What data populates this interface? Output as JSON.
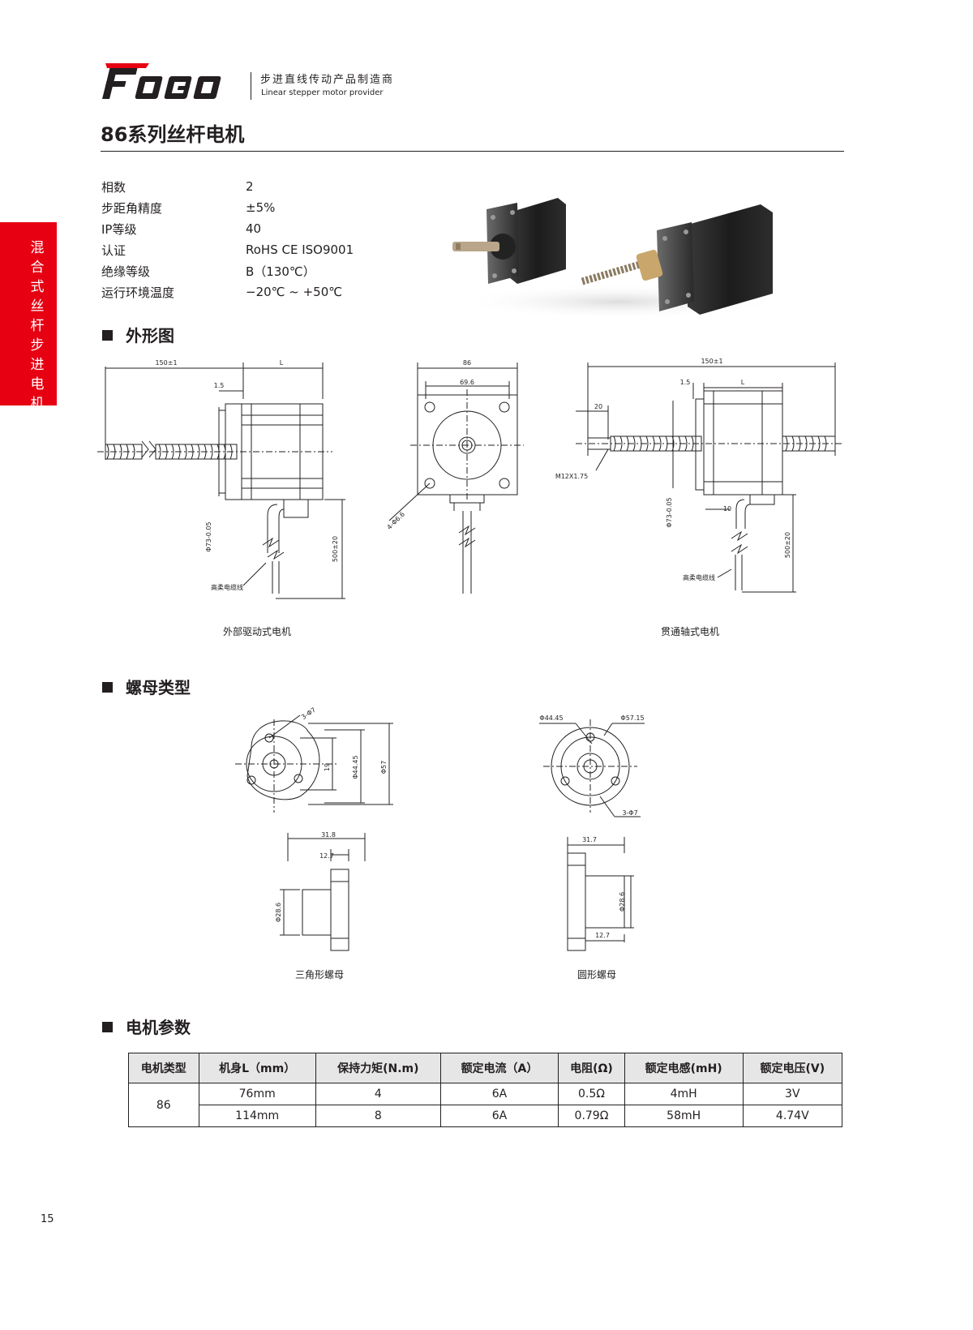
{
  "brand": {
    "logo_text": "FOGO",
    "tagline_cn": "步进直线传动产品制造商",
    "tagline_en": "Linear stepper motor provider"
  },
  "page": {
    "title": "86系列丝杆电机",
    "side_tab": "混合式丝杆步进电机",
    "page_number": "15"
  },
  "specs": [
    {
      "label": "相数",
      "value": "2"
    },
    {
      "label": "步距角精度",
      "value": "±5%"
    },
    {
      "label": "IP等级",
      "value": "40"
    },
    {
      "label": "认证",
      "value": "RoHS CE ISO9001"
    },
    {
      "label": "绝缘等级",
      "value": "B（130℃）"
    },
    {
      "label": "运行环境温度",
      "value": "−20℃ ~ +50℃"
    }
  ],
  "sections": {
    "outline": "外形图",
    "nut_types": "螺母类型",
    "motor_params": "电机参数"
  },
  "outline_drawings": {
    "external": {
      "caption": "外部驱动式电机",
      "dim_150": "150±1",
      "dim_L": "L",
      "dim_1_5": "1.5",
      "dim_phi73": "Φ73-0.05",
      "dim_500": "500±20",
      "cable_label": "高柔电缆线"
    },
    "front": {
      "dim_86": "86",
      "dim_69_6": "69.6",
      "dim_holes": "4-Φ6.6"
    },
    "through": {
      "caption": "贯通轴式电机",
      "dim_150": "150±1",
      "dim_1_5": "1.5",
      "dim_L": "L",
      "dim_20": "20",
      "dim_thread": "M12X1.75",
      "dim_phi73": "Φ73-0.05",
      "dim_10": "10",
      "dim_500": "500±20",
      "cable_label": "高柔电缆线"
    }
  },
  "nut_drawings": {
    "triangle": {
      "caption": "三角形螺母",
      "dim_holes": "3-Φ7",
      "dim_19": "19",
      "dim_44_45": "Φ44.45",
      "dim_57": "Φ57",
      "dim_31_8": "31.8",
      "dim_12_7": "12.7",
      "dim_28_6": "Φ28.6"
    },
    "round": {
      "caption": "圆形螺母",
      "dim_44_45": "Φ44.45",
      "dim_57_15": "Φ57.15",
      "dim_holes": "3-Φ7",
      "dim_31_7": "31.7",
      "dim_28_6": "Φ28.6",
      "dim_12_7": "12.7"
    }
  },
  "params_table": {
    "headers": [
      "电机类型",
      "机身L（mm）",
      "保持力矩(N.m)",
      "额定电流（A）",
      "电阻(Ω)",
      "额定电感(mH)",
      "额定电压(V)"
    ],
    "motor_type": "86",
    "rows": [
      [
        "76mm",
        "4",
        "6A",
        "0.5Ω",
        "4mH",
        "3V"
      ],
      [
        "114mm",
        "8",
        "6A",
        "0.79Ω",
        "58mH",
        "4.74V"
      ]
    ]
  },
  "colors": {
    "brand_red": "#e60012",
    "text": "#231f20",
    "table_header_bg": "#e6e6e6"
  }
}
